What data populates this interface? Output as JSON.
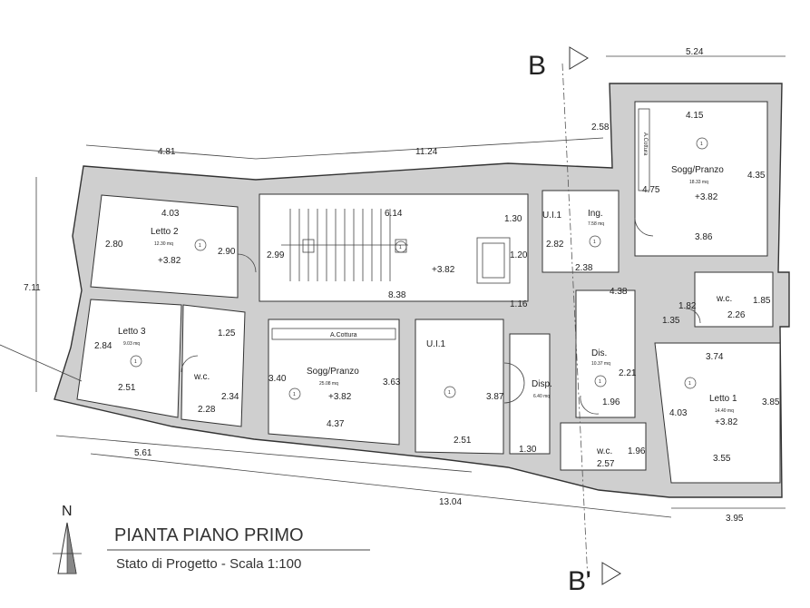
{
  "title": "PIANTA PIANO PRIMO",
  "subtitle": "Stato di Progetto - Scala 1:100",
  "north_label": "N",
  "sections": {
    "top": "B",
    "bottom": "B'"
  },
  "rooms": {
    "letto2": {
      "name": "Letto 2",
      "area": "12.30 mq",
      "elev": "+3.82",
      "num": "1"
    },
    "letto3": {
      "name": "Letto 3",
      "area": "9.03 mq",
      "num": "1"
    },
    "wc_left": {
      "name": "w.c."
    },
    "sogg_center": {
      "name": "Sogg/Pranzo",
      "area": "25.08 mq",
      "elev": "+3.82",
      "num": "1",
      "kitchen": "A.Cottura"
    },
    "stair": {
      "elev": "+3.82",
      "num": "1"
    },
    "ui1_center": {
      "name": "U.I.1",
      "num": "1"
    },
    "disp": {
      "name": "Disp.",
      "area": "6.40 mq"
    },
    "ing": {
      "name": "Ing.",
      "area": "7.58 mq",
      "num": "1",
      "unit": "U.I.1"
    },
    "dis": {
      "name": "Dis.",
      "area": "10.37 mq",
      "num": "1"
    },
    "sogg_right": {
      "name": "Sogg/Pranzo",
      "area": "18.33 mq",
      "elev": "+3.82",
      "num": "1",
      "kitchen": "A.Cottura"
    },
    "wc_right_top": {
      "name": "w.c."
    },
    "wc_right_bottom": {
      "name": "w.c."
    },
    "letto1": {
      "name": "Letto 1",
      "area": "14.40 mq",
      "elev": "+3.82",
      "num": "1"
    }
  },
  "dims": {
    "d481": "4.81",
    "d1124": "11.24",
    "d524": "5.24",
    "d258": "2.58",
    "d403a": "4.03",
    "d280": "2.80",
    "d290": "2.90",
    "d614": "6.14",
    "d299": "2.99",
    "d838": "8.38",
    "d130a": "1.30",
    "d120": "1.20",
    "d116": "1.16",
    "d282": "2.82",
    "d238": "2.38",
    "d415": "4.15",
    "d475": "4.75",
    "d435": "4.35",
    "d386": "3.86",
    "d438": "4.38",
    "d182": "1.82",
    "d185": "1.85",
    "d135": "1.35",
    "d226": "2.26",
    "d711": "7.11",
    "d284": "2.84",
    "d251a": "2.51",
    "d228": "2.28",
    "d234": "2.34",
    "d125": "1.25",
    "d340": "3.40",
    "d363": "3.63",
    "d437": "4.37",
    "d387": "3.87",
    "d251b": "2.51",
    "d130b": "1.30",
    "d221": "2.21",
    "d196a": "1.96",
    "d196b": "1.96",
    "d257": "2.57",
    "d374": "3.74",
    "d403b": "4.03",
    "d385": "3.85",
    "d355": "3.55",
    "d561": "5.61",
    "d1304": "13.04",
    "d395": "3.95"
  }
}
